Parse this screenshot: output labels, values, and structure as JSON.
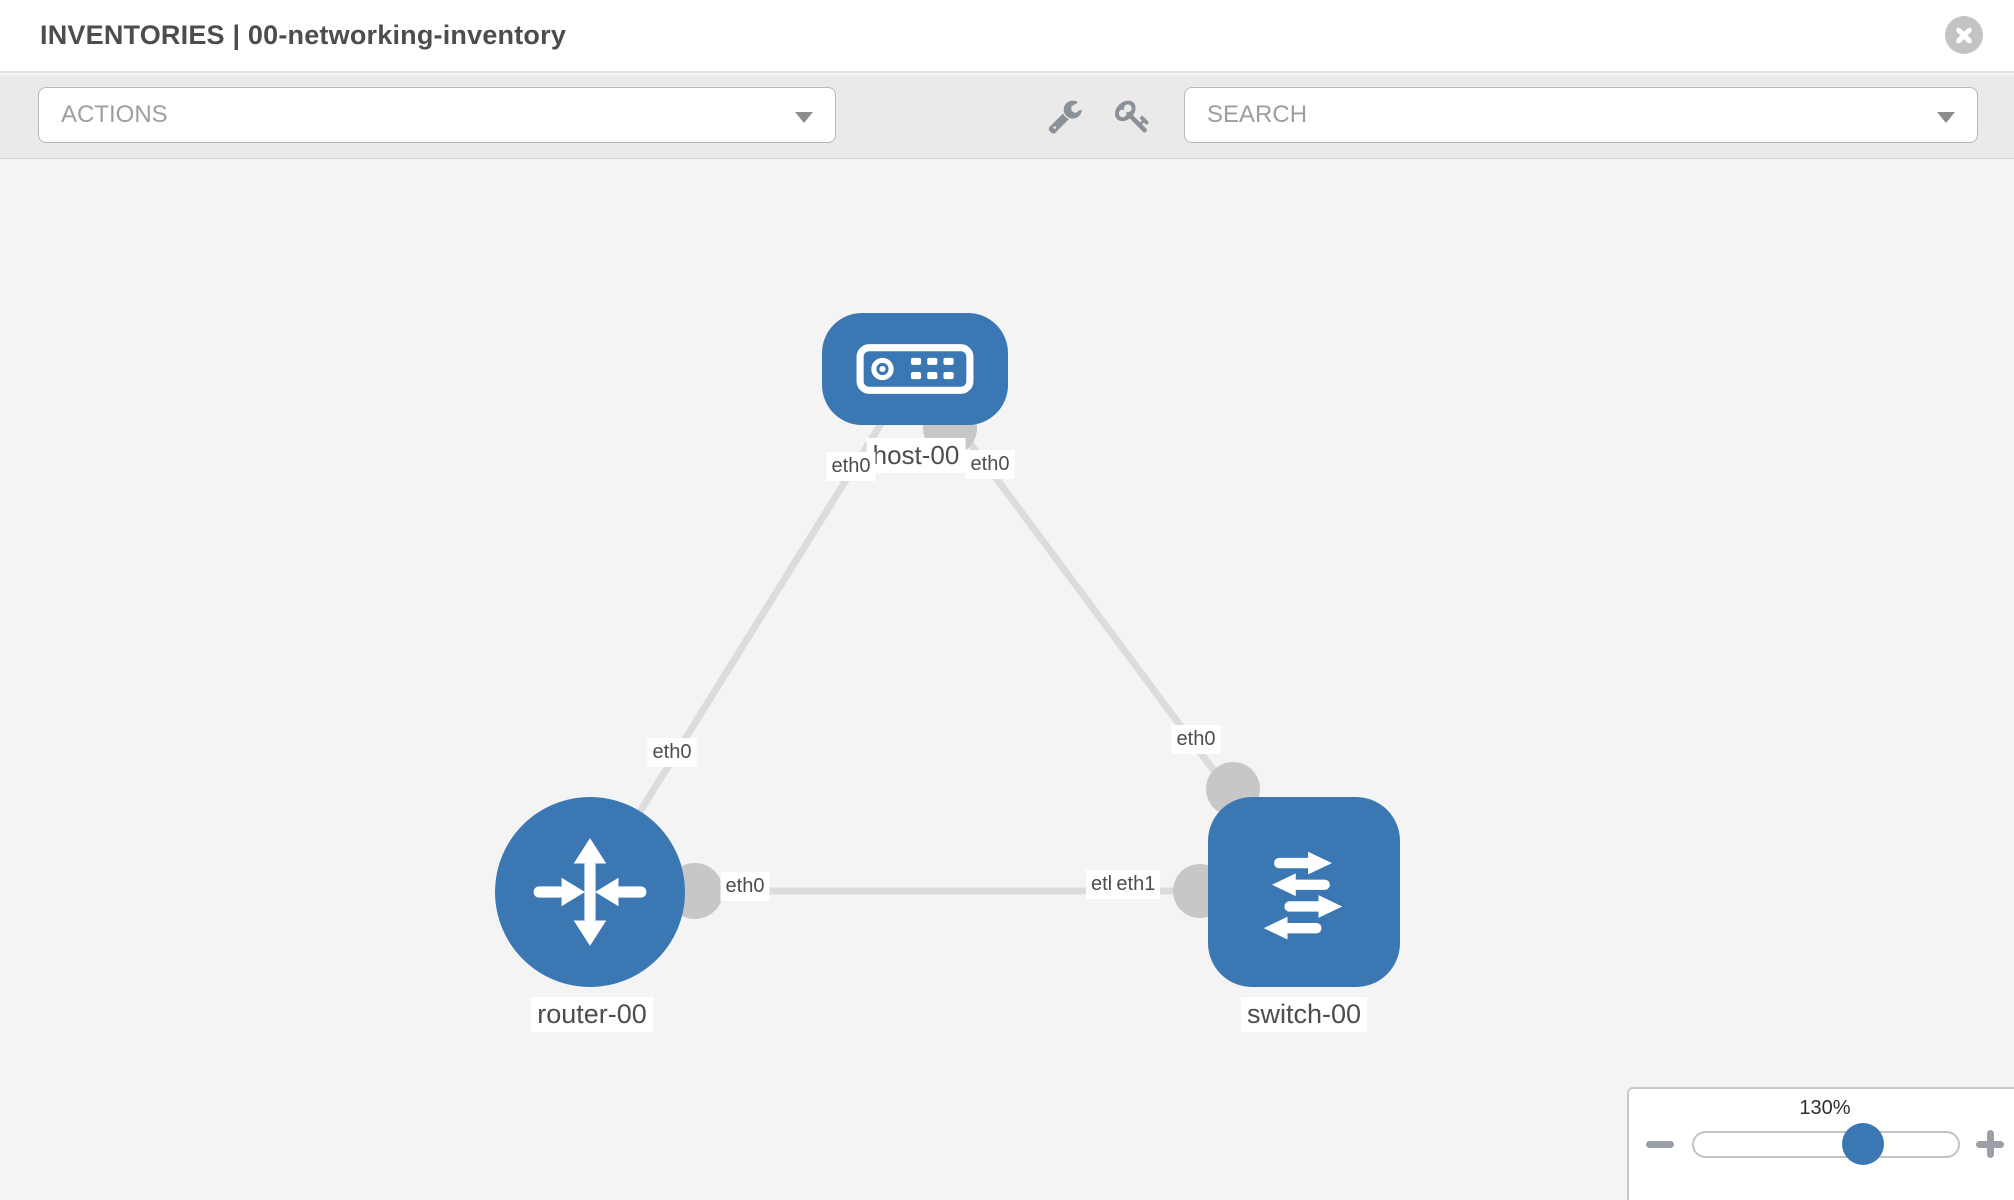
{
  "header": {
    "title": "INVENTORIES | 00-networking-inventory"
  },
  "toolbar": {
    "actions_label": "ACTIONS",
    "search_placeholder": "SEARCH"
  },
  "diagram": {
    "nodes": {
      "host": {
        "label": "host-00",
        "type": "host"
      },
      "router": {
        "label": "router-00",
        "type": "router"
      },
      "switch": {
        "label": "switch-00",
        "type": "switch"
      }
    },
    "interface_labels": {
      "host_left": "eth0",
      "host_right": "eth0",
      "router_top": "eth0",
      "switch_top": "eth0",
      "router_right": "eth0",
      "switch_left_back": "eth0",
      "switch_left_front": "eth1"
    },
    "links": [
      {
        "from": "host-00",
        "to": "router-00",
        "from_interface": "eth0",
        "to_interface": "eth0"
      },
      {
        "from": "host-00",
        "to": "switch-00",
        "from_interface": "eth0",
        "to_interface": "eth0"
      },
      {
        "from": "router-00",
        "to": "switch-00",
        "from_interface": "eth0",
        "to_interface": "eth1"
      }
    ]
  },
  "zoom_control": {
    "level": "130%",
    "minus_icon": "minus-icon",
    "plus_icon": "plus-icon"
  },
  "icons": {
    "close": "x-circle-icon",
    "wrench": "wrench-icon",
    "key": "key-icon",
    "actions_caret": "chevron-down-icon",
    "search_caret": "chevron-down-icon",
    "host": "host-device-icon",
    "router": "router-icon",
    "switch": "switch-icon"
  },
  "colors": {
    "node_blue": "#3b78b3",
    "link_gray": "#dcdcdc",
    "port_gray": "#c7c7c7",
    "toolbar_bg": "#eaeaea",
    "canvas_bg": "#f4f4f4",
    "zoom_thumb_blue": "#3b78b3"
  }
}
